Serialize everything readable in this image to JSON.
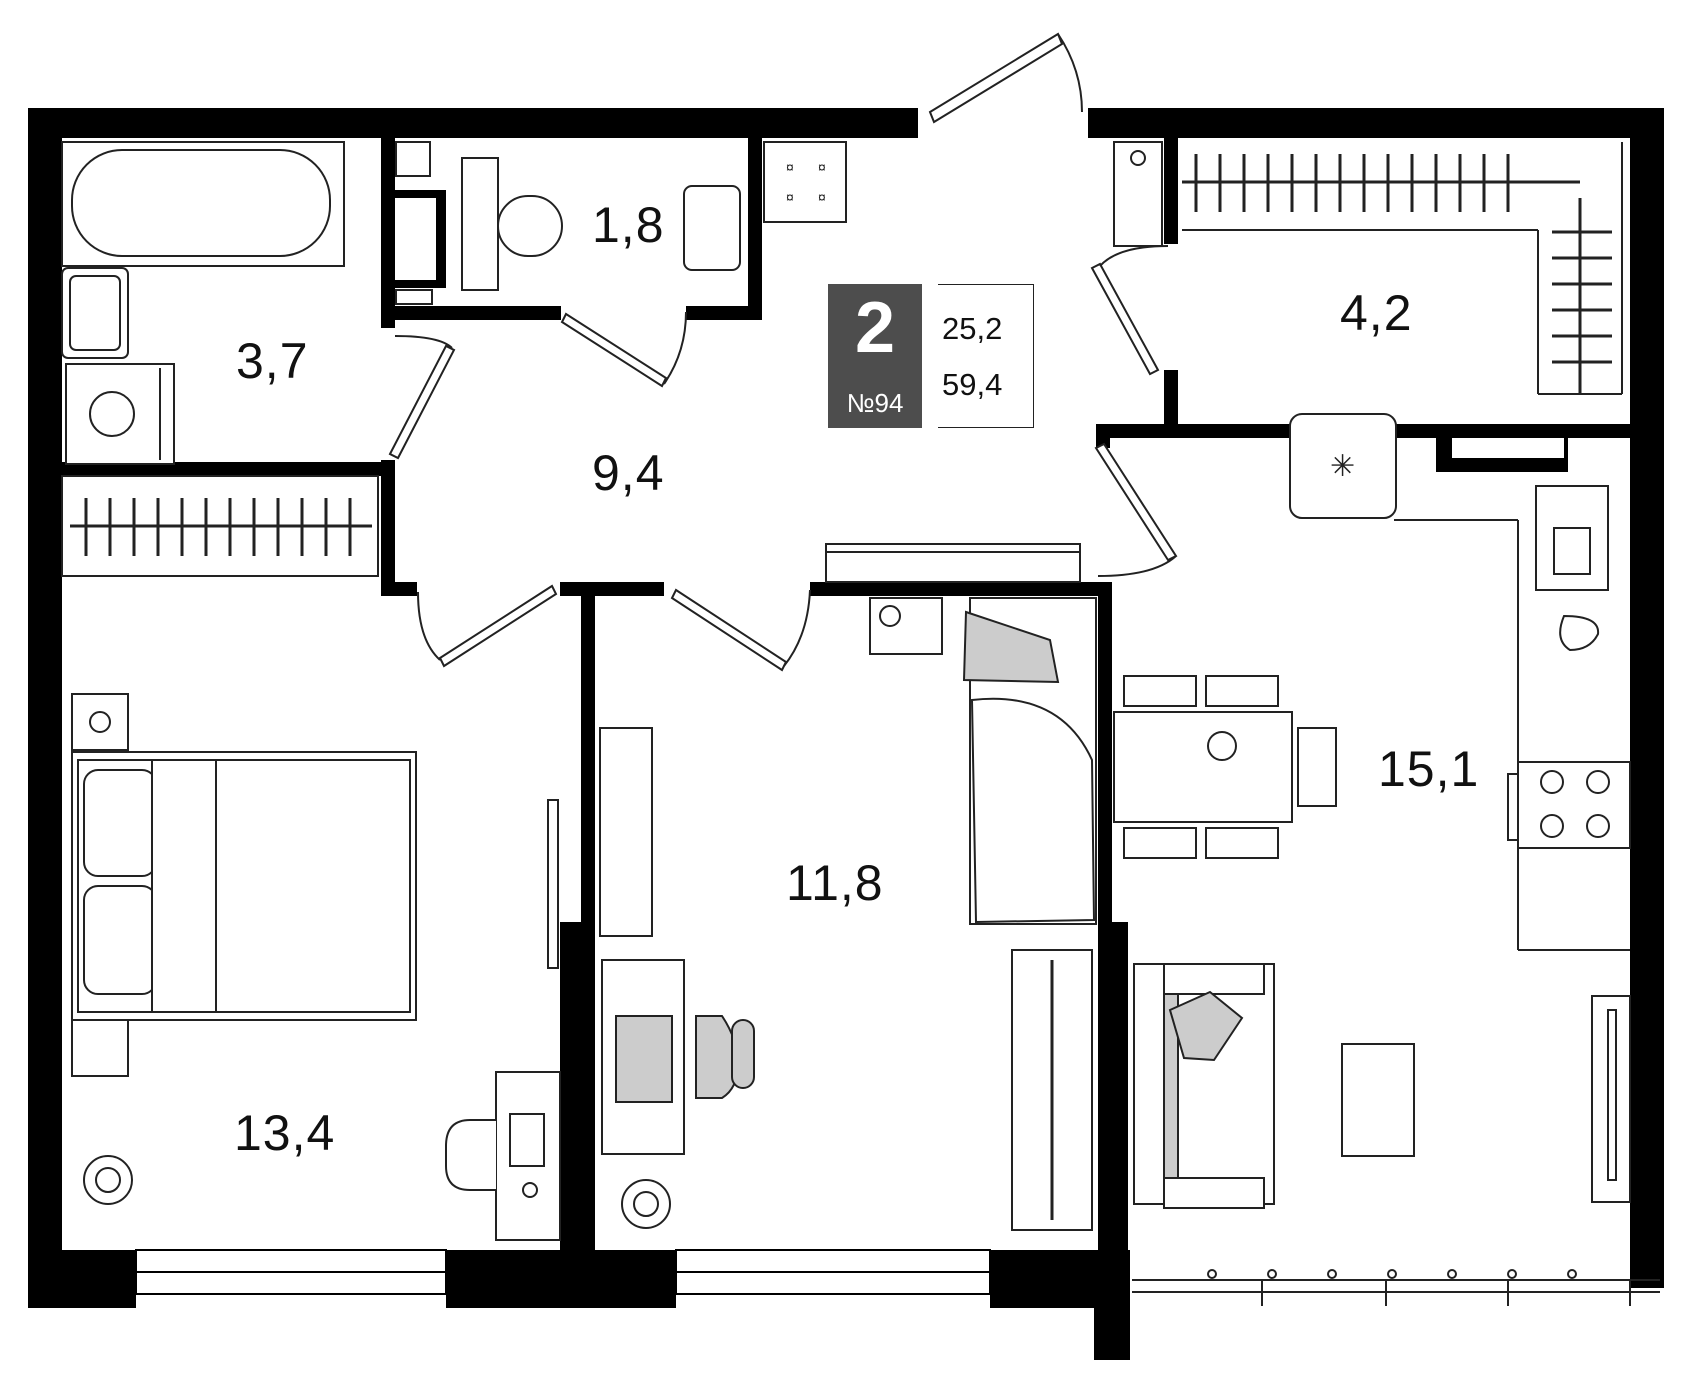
{
  "apartment": {
    "rooms_count": "2",
    "number_label": "№94",
    "living_area": "25,2",
    "total_area": "59,4"
  },
  "rooms": {
    "bathroom": "3,7",
    "toilet": "1,8",
    "hall": "9,4",
    "storage": "4,2",
    "bedroom": "13,4",
    "kids_room": "11,8",
    "kitchen_living": "15,1"
  },
  "colors": {
    "wall": "#000000",
    "furniture_stroke": "#222222",
    "fabric_fill": "#cccccc",
    "badge": "#4d4d4d"
  }
}
